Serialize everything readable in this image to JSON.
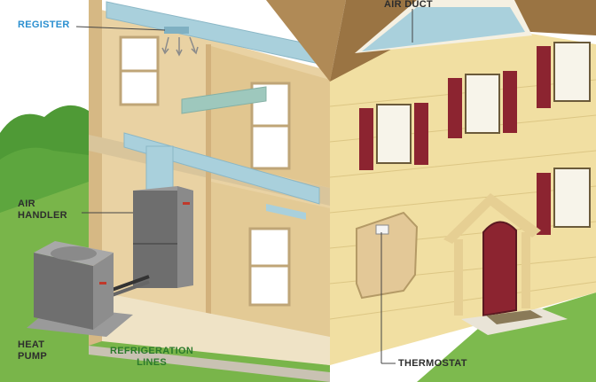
{
  "labels": {
    "register": "REGISTER",
    "air_duct": "AIR DUCT",
    "air_handler_line1": "AIR",
    "air_handler_line2": "HANDLER",
    "heat_pump_line1": "HEAT",
    "heat_pump_line2": "PUMP",
    "refrigeration_line1": "REFRIGERATION",
    "refrigeration_line2": "LINES",
    "thermostat": "THERMOSTAT"
  },
  "colors": {
    "label_blue": "#2a8fd0",
    "label_green": "#2b7a2b",
    "label_dark": "#2d2d2d",
    "siding": "#f1dfa2",
    "interior_wall": "#e3c897",
    "roof": "#b08a56",
    "shutter": "#8c2430",
    "duct": "#a9d0dc",
    "grass": "#79b54a"
  }
}
